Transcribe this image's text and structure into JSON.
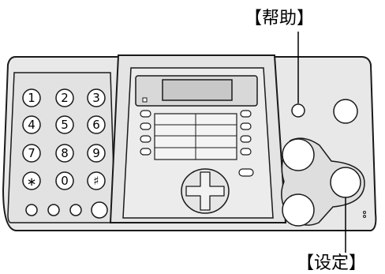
{
  "labels": {
    "help": "【帮助】",
    "set": "【设定】"
  },
  "keypad": {
    "keys": [
      "1",
      "2",
      "3",
      "4",
      "5",
      "6",
      "7",
      "8",
      "9",
      "∗",
      "0",
      "♯"
    ]
  },
  "colors": {
    "body": "#e8e8e8",
    "panel": "#e2e2e2",
    "button_face": "#ffffff",
    "outline": "#1a1a1a"
  }
}
